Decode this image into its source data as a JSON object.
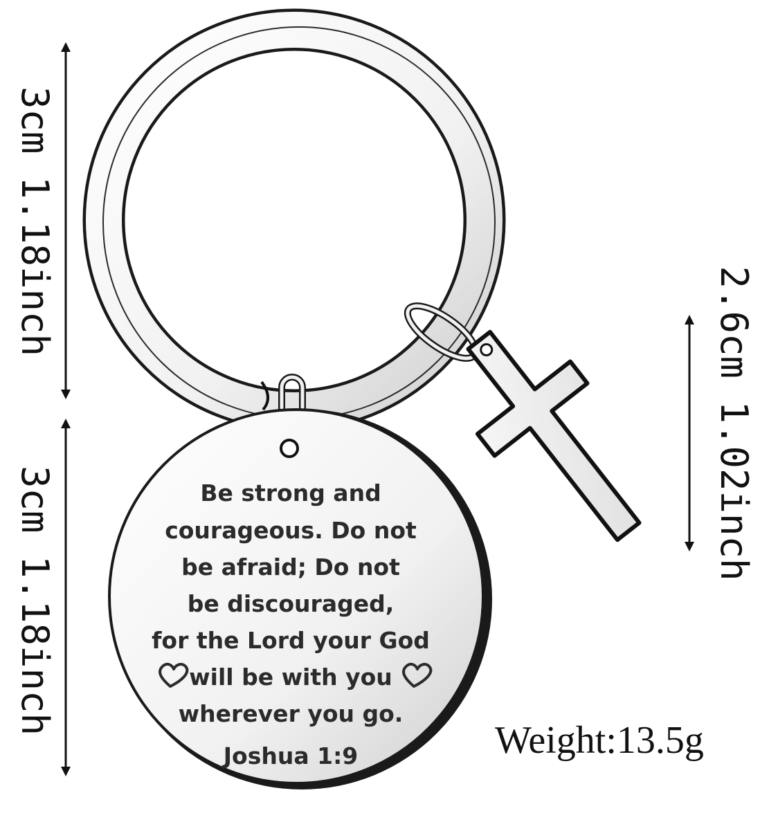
{
  "dimensions": {
    "ring_height": "3cm 1.18inch",
    "tag_height": "3cm 1.18inch",
    "cross_height": "2.6cm 1.02inch"
  },
  "tag_text": {
    "line1": "Be strong and",
    "line2": "courageous. Do not",
    "line3": "be afraid; Do not",
    "line4": "be discouraged,",
    "line5": "for the Lord your God",
    "line6": "will be with you",
    "line7": "wherever you go.",
    "reference": "Joshua 1:9"
  },
  "weight": "Weight:13.5g",
  "icons": {
    "left_heart": "heart-icon",
    "right_heart": "heart-icon",
    "cross": "cross-icon",
    "arrows": "double-arrow-icon"
  },
  "colors": {
    "background": "#ffffff",
    "metal_light": "#f4f4f4",
    "metal_dark": "#1a1a1a",
    "text": "#111111"
  }
}
